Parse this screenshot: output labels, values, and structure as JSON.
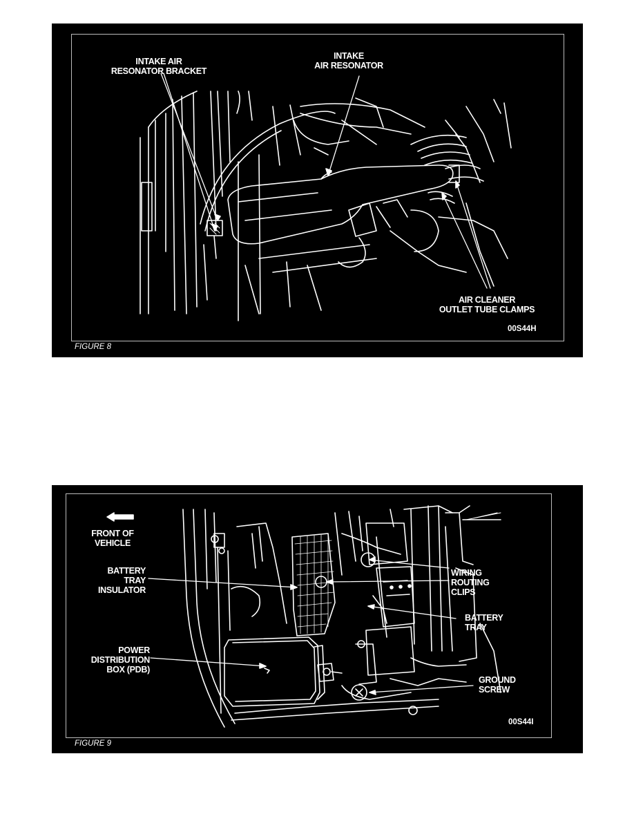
{
  "figure8": {
    "caption": "FIGURE 8",
    "code": "00S44H",
    "labels": {
      "bracket_line1": "INTAKE AIR",
      "bracket_line2": "RESONATOR BRACKET",
      "resonator_line1": "INTAKE",
      "resonator_line2": "AIR RESONATOR",
      "clamps_line1": "AIR CLEANER",
      "clamps_line2": "OUTLET TUBE CLAMPS"
    }
  },
  "figure9": {
    "caption": "FIGURE 9",
    "code": "00S44I",
    "labels": {
      "front_line1": "FRONT OF",
      "front_line2": "VEHICLE",
      "insulator_line1": "BATTERY",
      "insulator_line2": "TRAY",
      "insulator_line3": "INSULATOR",
      "pdb_line1": "POWER",
      "pdb_line2": "DISTRIBUTION",
      "pdb_line3": "BOX (PDB)",
      "wiring_line1": "WIRING",
      "wiring_line2": "ROUTING",
      "wiring_line3": "CLIPS",
      "tray_line1": "BATTERY",
      "tray_line2": "TRAY",
      "ground_line1": "GROUND",
      "ground_line2": "SCREW"
    }
  }
}
